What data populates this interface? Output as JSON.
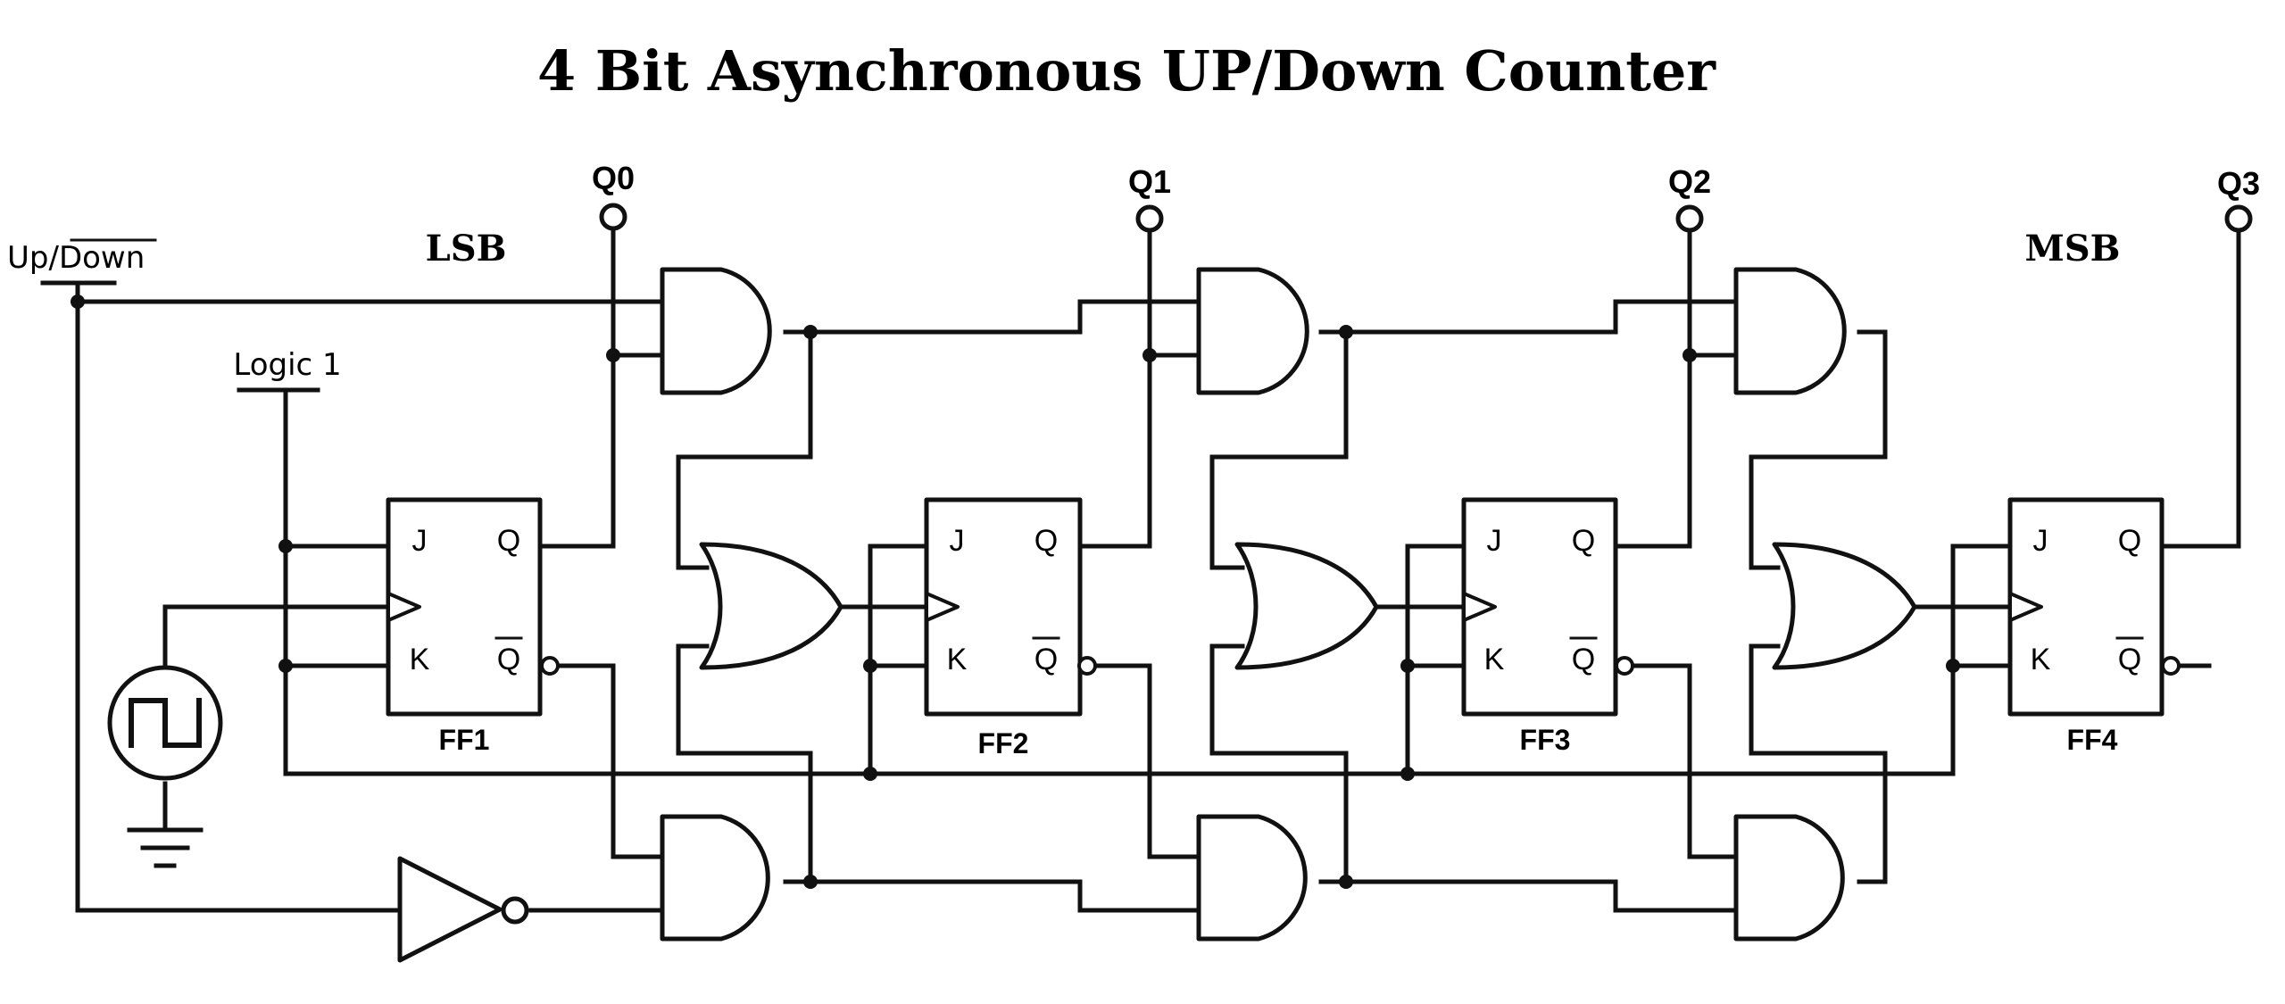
{
  "diagram": {
    "title": "4 Bit Asynchronous UP/Down Counter",
    "lsb_label": "LSB",
    "msb_label": "MSB",
    "updown_label": {
      "up": "Up/",
      "down": "Down"
    },
    "logic1_label": "Logic 1",
    "outputs": [
      "Q0",
      "Q1",
      "Q2",
      "Q3"
    ],
    "flip_flops": [
      {
        "name": "FF1",
        "j": "J",
        "k": "K",
        "q": "Q",
        "qbar": "Q"
      },
      {
        "name": "FF2",
        "j": "J",
        "k": "K",
        "q": "Q",
        "qbar": "Q"
      },
      {
        "name": "FF3",
        "j": "J",
        "k": "K",
        "q": "Q",
        "qbar": "Q"
      },
      {
        "name": "FF4",
        "j": "J",
        "k": "K",
        "q": "Q",
        "qbar": "Q"
      }
    ],
    "components": {
      "clock": "clock-source-icon",
      "ground": "ground-icon",
      "inverter": "not-gate",
      "and_gates": 6,
      "or_gates": 3
    }
  }
}
